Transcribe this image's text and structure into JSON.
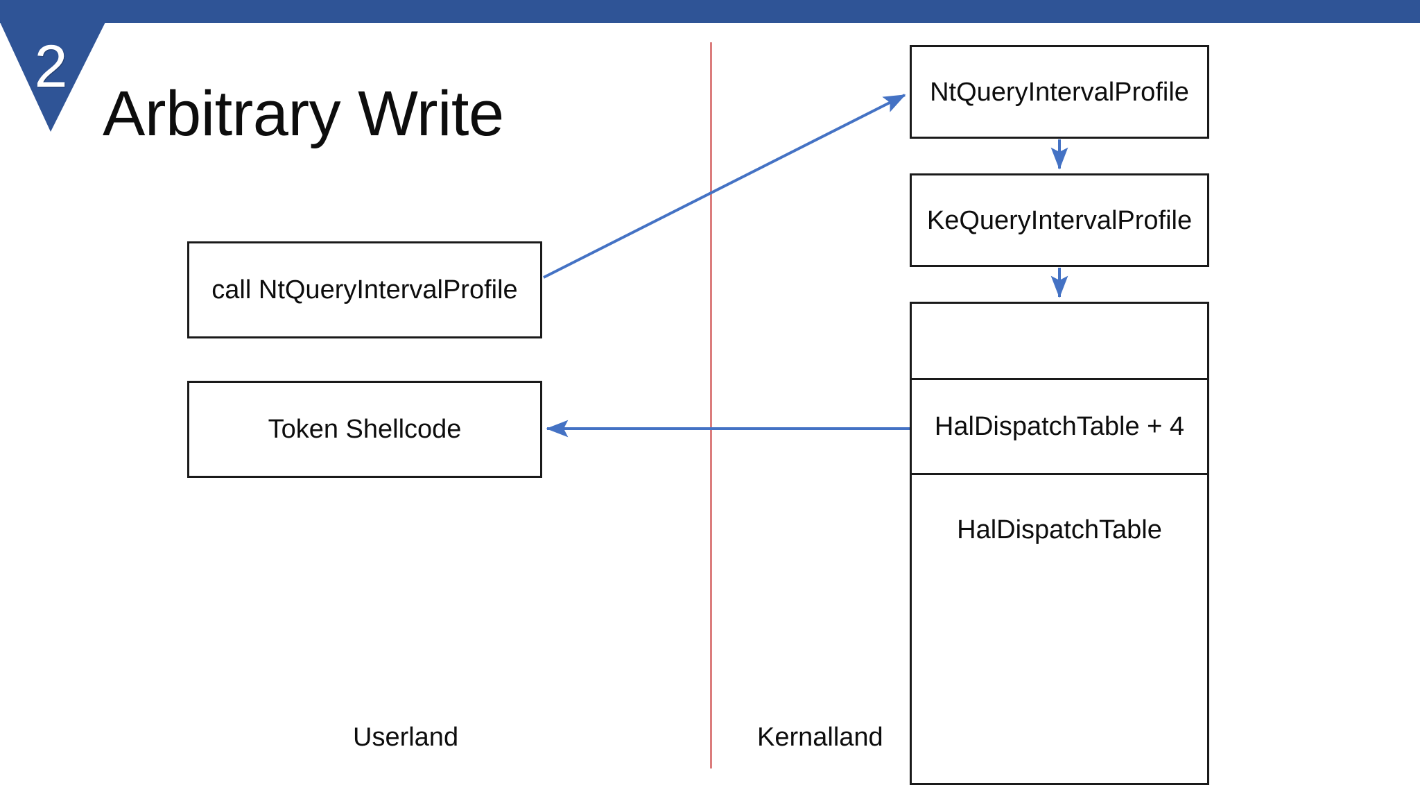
{
  "slide": {
    "number": "2",
    "title": "Arbitrary Write",
    "accent_bar_color": "#2F5496",
    "badge_color": "#2F5496",
    "divider_color": "#DB7C7C",
    "arrow_color": "#4472C4",
    "box_border_color": "#1A1A1A",
    "text_color": "#0D0D0D",
    "background_color": "#FFFFFF"
  },
  "regions": {
    "left_label": "Userland",
    "right_label": "Kernalland"
  },
  "userland_boxes": [
    {
      "label": "call NtQueryIntervalProfile"
    },
    {
      "label": "Token Shellcode"
    }
  ],
  "kernel_boxes": [
    {
      "label": "NtQueryIntervalProfile"
    },
    {
      "label": "KeQueryIntervalProfile"
    }
  ],
  "hal_table": {
    "cells": [
      {
        "label": ""
      },
      {
        "label": "HalDispatchTable + 4"
      },
      {
        "label": "HalDispatchTable"
      }
    ]
  },
  "arrows": [
    {
      "name": "user-call-to-nt-syscall",
      "from": "call NtQueryIntervalProfile",
      "to": "NtQueryIntervalProfile",
      "direction": "up-right"
    },
    {
      "name": "nt-to-ke",
      "from": "NtQueryIntervalProfile",
      "to": "KeQueryIntervalProfile",
      "direction": "down"
    },
    {
      "name": "ke-to-haldispatchtable",
      "from": "KeQueryIntervalProfile",
      "to": "HalDispatchTable",
      "direction": "down"
    },
    {
      "name": "haldispatchtable-plus4-to-shellcode",
      "from": "HalDispatchTable + 4",
      "to": "Token Shellcode",
      "direction": "left"
    }
  ]
}
